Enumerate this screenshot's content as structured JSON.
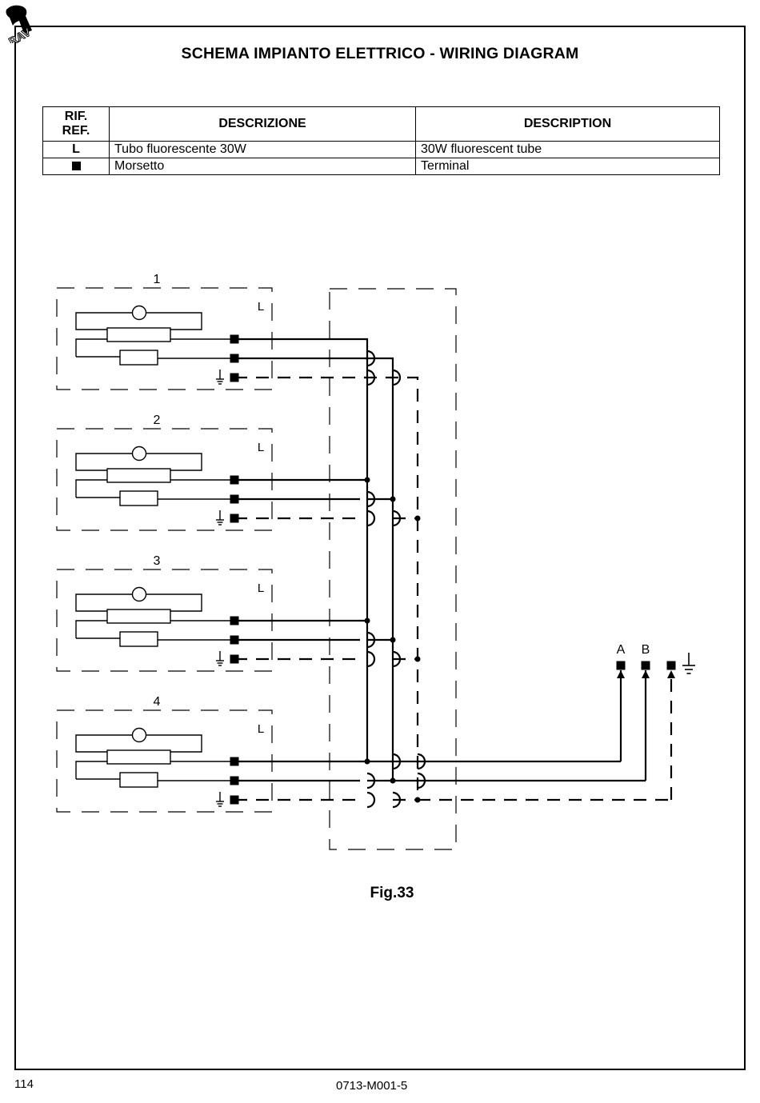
{
  "header": {
    "logo_text": "RAV",
    "title": "SCHEMA IMPIANTO ELETTRICO - WIRING DIAGRAM"
  },
  "legend": {
    "headers": {
      "ref": "RIF.\nREF.",
      "descrizione": "DESCRIZIONE",
      "description": "DESCRIPTION"
    },
    "rows": [
      {
        "ref": "L",
        "descrizione": "Tubo fluorescente 30W",
        "description": "30W fluorescent tube"
      },
      {
        "ref_symbol": "black-square",
        "descrizione": "Morsetto",
        "description": "Terminal"
      }
    ]
  },
  "diagram": {
    "units": [
      {
        "number": "1",
        "label": "L"
      },
      {
        "number": "2",
        "label": "L"
      },
      {
        "number": "3",
        "label": "L"
      },
      {
        "number": "4",
        "label": "L"
      }
    ],
    "terminals": {
      "a": "A",
      "b": "B",
      "earth_symbol": "earth-ground"
    },
    "caption": "Fig.33"
  },
  "footer": {
    "page_number": "114",
    "doc_code": "0713-M001-5"
  }
}
